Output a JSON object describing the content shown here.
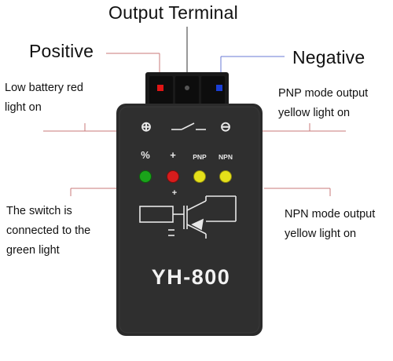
{
  "callouts": {
    "top": "Output Terminal",
    "positive": "Positive",
    "negative": "Negative",
    "low_battery": [
      "Low battery red",
      "light on"
    ],
    "pnp_output": [
      "PNP mode output",
      "yellow light on"
    ],
    "switch": [
      "The switch is",
      "connected to the",
      "green light"
    ],
    "npn_output": [
      "NPN mode output",
      "yellow light on"
    ]
  },
  "device": {
    "model": "YH-800",
    "led_labels": [
      "%",
      "+",
      "PNP",
      "NPN"
    ],
    "positive_symbol": "⊕",
    "negative_symbol": "⊖",
    "switch_plus": "+",
    "led_colors": [
      "#1aa31a",
      "#d81c1c",
      "#e5e01a",
      "#e5e01a"
    ],
    "terminal_colors": {
      "positive": "#e01515",
      "center": "#111111",
      "negative": "#1a3fd6"
    }
  }
}
